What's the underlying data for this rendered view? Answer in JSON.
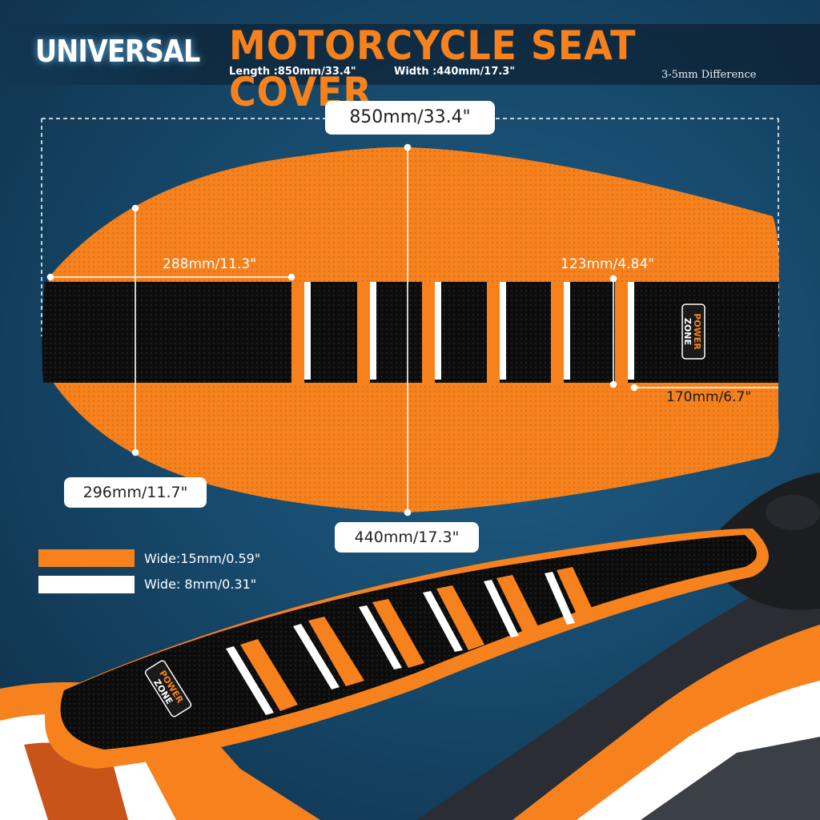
{
  "header": {
    "universal": "UNIVERSAL",
    "title": "MOTORCYCLE SEAT COVER",
    "length": "Length :850mm/33.4\"",
    "width": "Width :440mm/17.3\"",
    "difference": "3-5mm Difference"
  },
  "dimensions": {
    "total_length": "850mm/33.4\"",
    "front_length": "288mm/11.3\"",
    "rear_section": "123mm/4.84\"",
    "rear_length": "170mm/6.7\"",
    "front_width": "296mm/11.7\"",
    "total_width": "440mm/17.3\""
  },
  "legend": [
    {
      "label": "Wide:15mm/0.59\"",
      "color": "#f7821d"
    },
    {
      "label": "Wide: 8mm/0.31\"",
      "color": "#ffffff"
    }
  ],
  "brand": {
    "line1": "POWER",
    "line2": "ZONE"
  },
  "colors": {
    "orange": "#f7821d",
    "black": "#0c0c0c",
    "white": "#ffffff",
    "background": "#174a6d"
  }
}
